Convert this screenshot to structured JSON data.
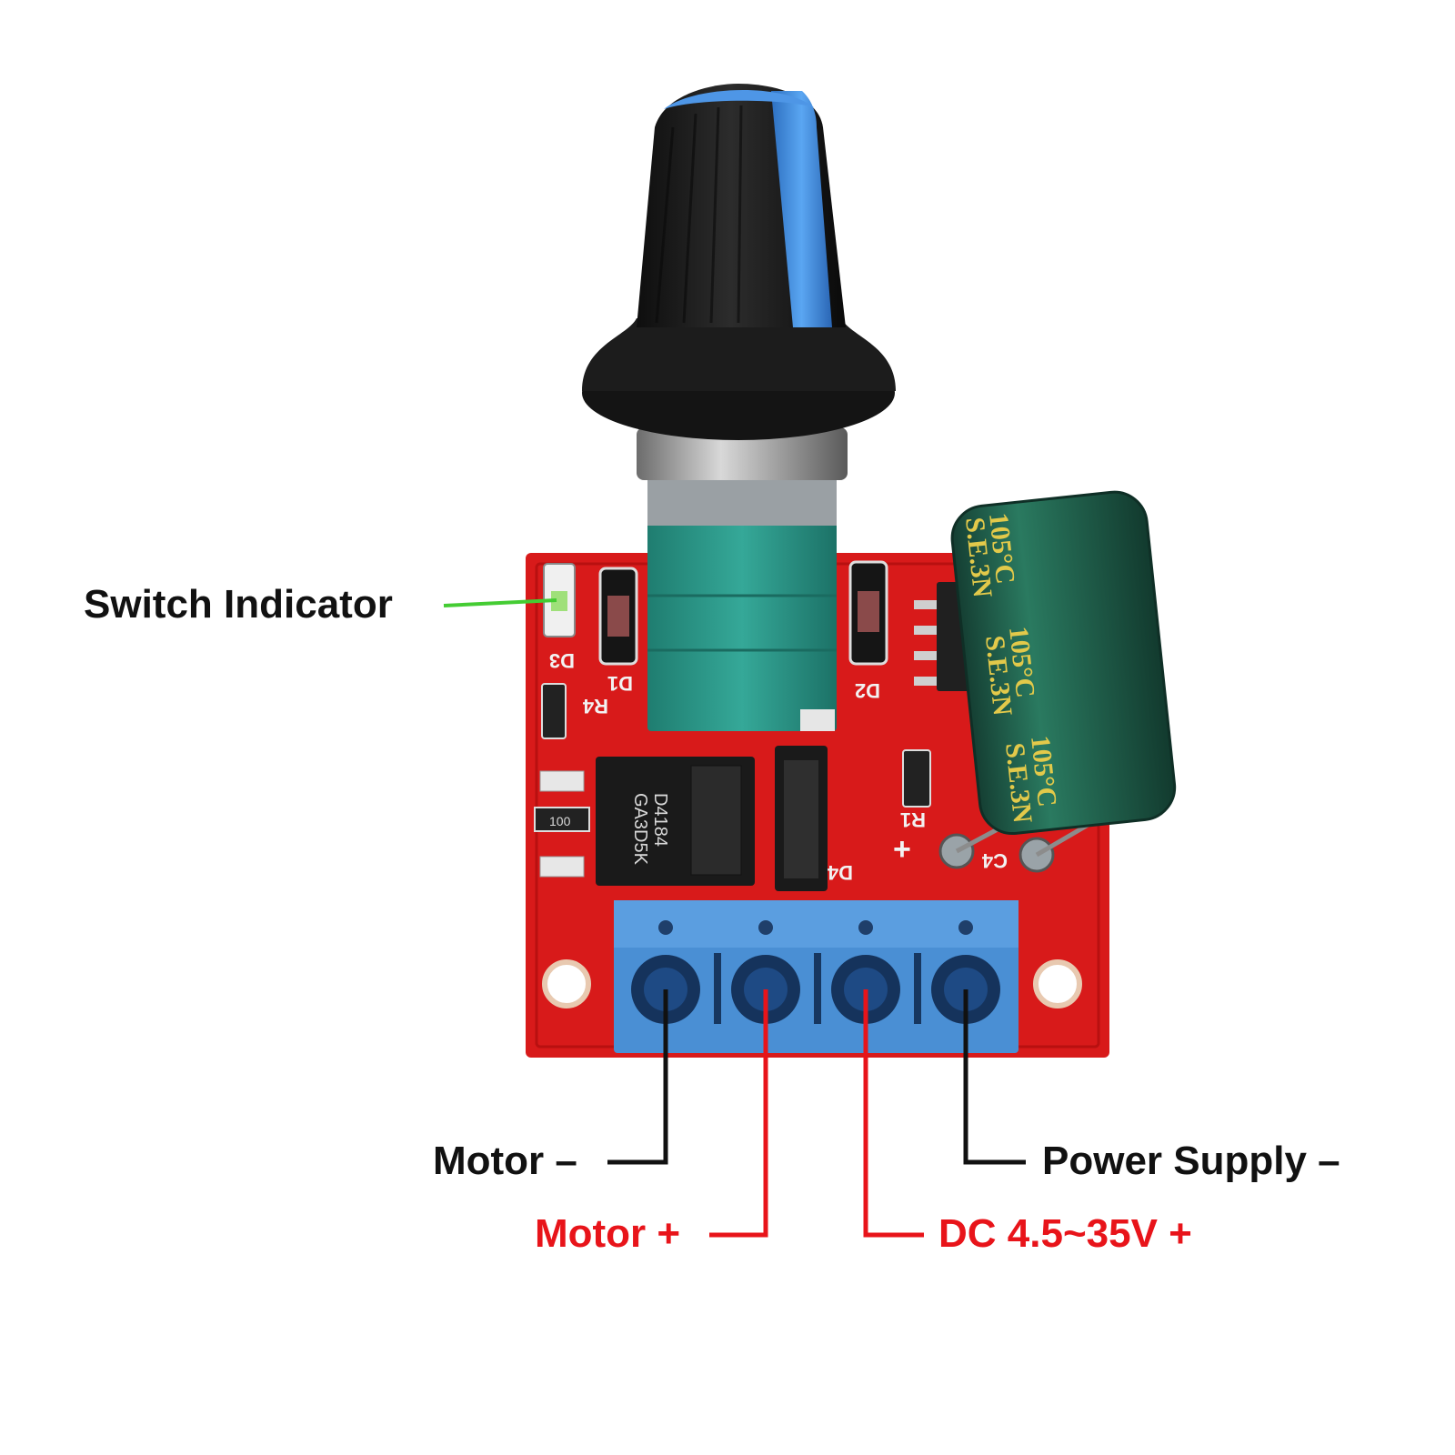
{
  "colors": {
    "pcb": "#d81a1a",
    "terminal": "#4a8fd4",
    "knob_black": "#1c1c1c",
    "knob_blue": "#3f8fe6",
    "pot": "#2b9a8a",
    "capacitor": "#1f5e4a",
    "label_black": "#111111",
    "label_red": "#e8141a",
    "indicator_line": "#44cc33"
  },
  "labels": {
    "switch_indicator": "Switch Indicator",
    "motor_minus": "Motor –",
    "motor_plus": "Motor +",
    "dc_supply": "DC 4.5~35V +",
    "power_supply_minus": "Power Supply –"
  },
  "board_markings": {
    "d1": "D1",
    "d2": "D2",
    "d3": "D3",
    "d4": "D4",
    "r4": "R4",
    "r1": "R1",
    "c4": "C4",
    "plus": "+",
    "mosfet": "D4184",
    "mosfet_code": "GA3D5K",
    "resistor_code": "100",
    "cap_temp": "105°C",
    "cap_series": "S.E.3N"
  }
}
